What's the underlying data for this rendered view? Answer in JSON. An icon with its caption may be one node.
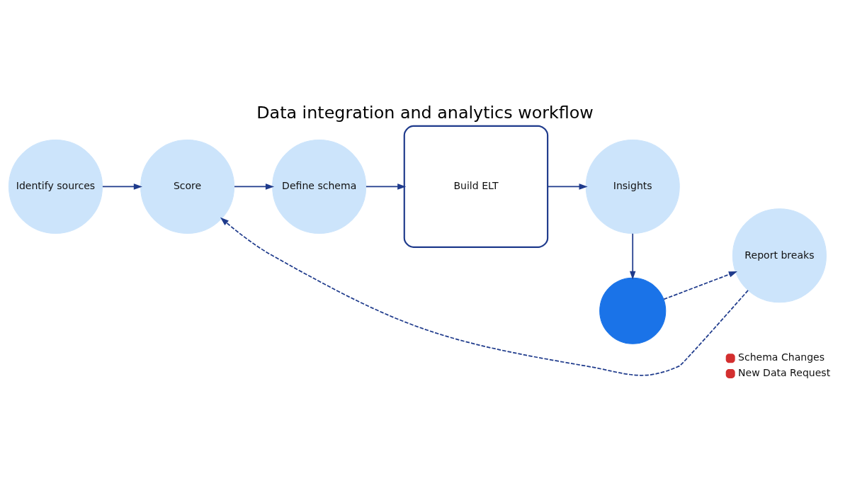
{
  "diagram": {
    "title": "Data integration and analytics workflow",
    "nodes": [
      {
        "text": [
          "Identify sources"
        ]
      },
      {
        "text": [
          "Score"
        ]
      },
      {
        "text": [
          "Define schema"
        ]
      },
      {
        "text": [
          "Build ELT"
        ]
      },
      {
        "text": [
          "Insights"
        ]
      },
      {
        "text": [],
        "shape": "circle"
      },
      {
        "text": [
          "Report breaks"
        ]
      }
    ],
    "edges": [
      {
        "from": 0,
        "to": 1,
        "arrow": "to"
      },
      {
        "from": 1,
        "to": 2,
        "arrow": "to"
      },
      {
        "from": 2,
        "to": 3,
        "arrow": "to"
      },
      {
        "from": 3,
        "to": 4,
        "arrow": "to"
      },
      {
        "from": 4,
        "to": 5,
        "arrow": "to"
      },
      {
        "from": 5,
        "to": 6,
        "arrow": "to",
        "style": "dashed"
      },
      {
        "from": 6,
        "to": 1,
        "arrow": "to",
        "style": "dashed"
      }
    ],
    "labels": [
      "Schema Changes",
      "New Data Request"
    ]
  }
}
